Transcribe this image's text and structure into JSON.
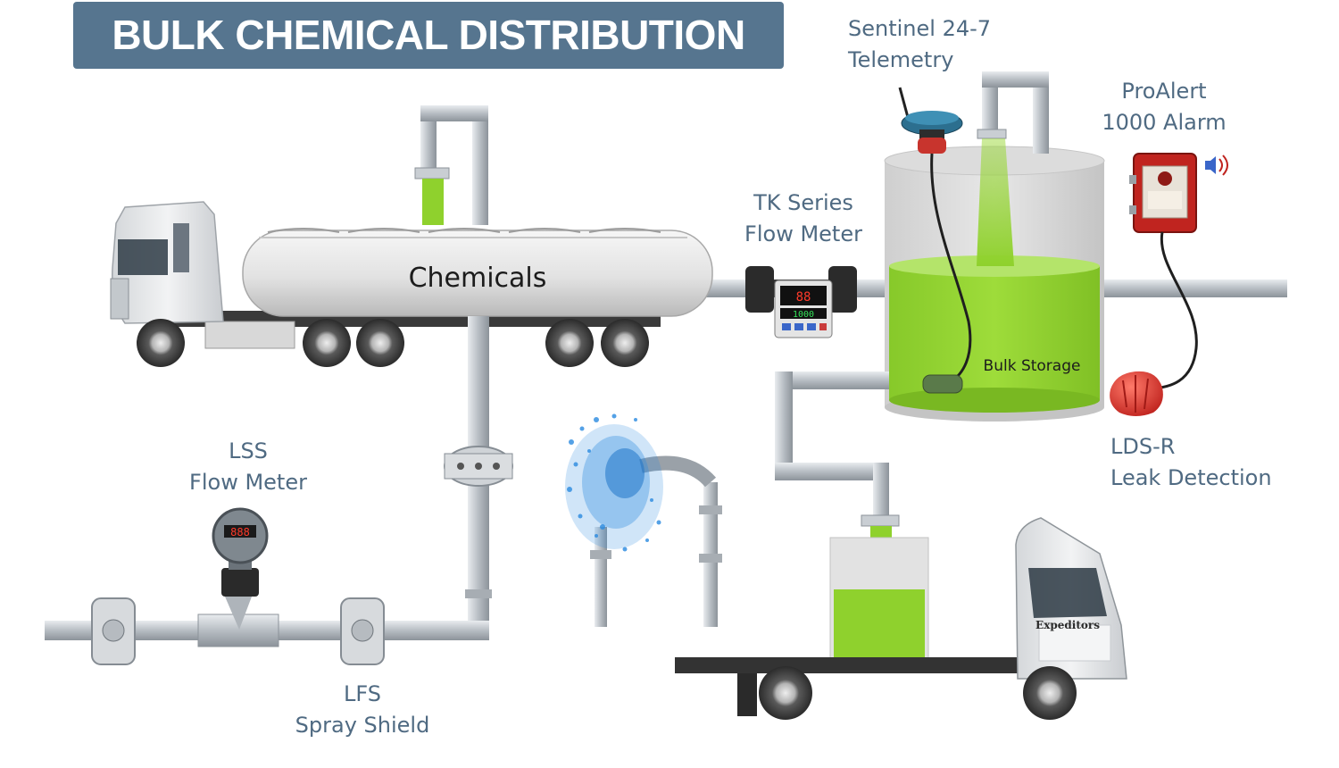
{
  "title": "BULK CHEMICAL DISTRIBUTION",
  "tanker_label": "Chemicals",
  "storage_label": "Bulk Storage",
  "truck_brand": "Expeditors",
  "callouts": {
    "sentinel": [
      "Sentinel 24-7",
      "Telemetry"
    ],
    "proalert": [
      "ProAlert",
      "1000 Alarm"
    ],
    "tk_series": [
      "TK Series",
      "Flow Meter"
    ],
    "lds_r": [
      "LDS-R",
      "Leak Detection"
    ],
    "lss": [
      "LSS",
      "Flow Meter"
    ],
    "lfs": [
      "LFS",
      "Spray Shield"
    ]
  },
  "meter_displays": {
    "tk_series_reading": "88",
    "tk_series_reading_2": "1000",
    "lss_reading": "888"
  },
  "colors": {
    "banner": "#56758f",
    "label_text": "#4f6a82",
    "chemical": "#8fd12d",
    "pipe": "#b9bfc5",
    "spray": "#2a8ae0",
    "alarm_red": "#c0241f"
  }
}
